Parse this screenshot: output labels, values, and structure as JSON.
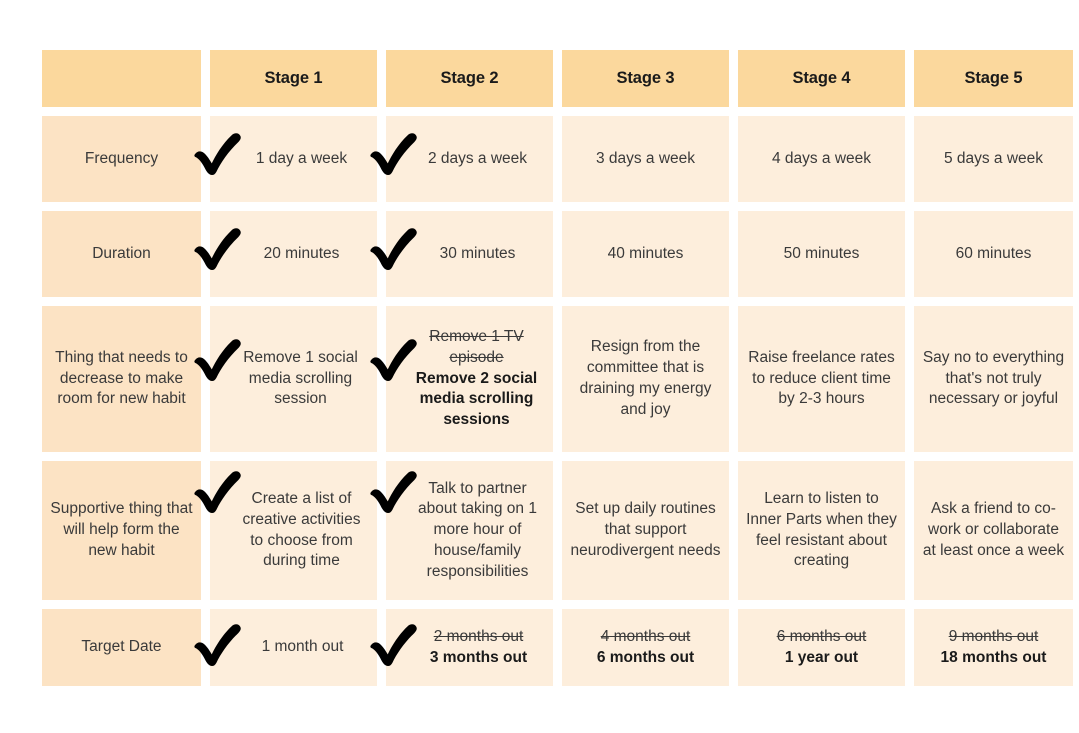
{
  "table": {
    "corner_label": "",
    "columns": [
      "Stage 1",
      "Stage 2",
      "Stage 3",
      "Stage 4",
      "Stage 5"
    ],
    "colors": {
      "header_bg": "#FBD89D",
      "row_label_bg": "#FCE3C4",
      "data_bg": "#FDEEDC",
      "page_bg": "#FFFFFF",
      "text": "#3A3A3A",
      "check_mark": "#000000"
    },
    "check_icon_name": "check-mark-icon",
    "rows": [
      {
        "label": "Frequency",
        "cells": [
          {
            "text": "1 day a week",
            "checked": true,
            "struck": "",
            "replacement": ""
          },
          {
            "text": "2 days a week",
            "checked": true,
            "struck": "",
            "replacement": ""
          },
          {
            "text": "3 days a week",
            "checked": false,
            "struck": "",
            "replacement": ""
          },
          {
            "text": "4 days a week",
            "checked": false,
            "struck": "",
            "replacement": ""
          },
          {
            "text": "5 days a week",
            "checked": false,
            "struck": "",
            "replacement": ""
          }
        ]
      },
      {
        "label": "Duration",
        "cells": [
          {
            "text": "20 minutes",
            "checked": true,
            "struck": "",
            "replacement": ""
          },
          {
            "text": "30 minutes",
            "checked": true,
            "struck": "",
            "replacement": ""
          },
          {
            "text": "40 minutes",
            "checked": false,
            "struck": "",
            "replacement": ""
          },
          {
            "text": "50 minutes",
            "checked": false,
            "struck": "",
            "replacement": ""
          },
          {
            "text": "60 minutes",
            "checked": false,
            "struck": "",
            "replacement": ""
          }
        ]
      },
      {
        "label": "Thing that needs to decrease to make room for new habit",
        "cells": [
          {
            "text": "Remove 1 social media scrolling session",
            "checked": true,
            "struck": "",
            "replacement": ""
          },
          {
            "text": "",
            "checked": true,
            "struck": "Remove 1 TV episode",
            "replacement": "Remove 2 social media scrolling sessions"
          },
          {
            "text": "Resign from the committee that is draining my energy and joy",
            "checked": false,
            "struck": "",
            "replacement": ""
          },
          {
            "text": "Raise freelance rates to reduce client time by 2-3 hours",
            "checked": false,
            "struck": "",
            "replacement": ""
          },
          {
            "text": "Say no to everything that's not truly necessary or joyful",
            "checked": false,
            "struck": "",
            "replacement": ""
          }
        ]
      },
      {
        "label": "Supportive thing that will help form the new habit",
        "cells": [
          {
            "text": "Create a list of creative activities to choose from during time",
            "checked": true,
            "struck": "",
            "replacement": ""
          },
          {
            "text": "Talk to partner about taking on 1 more hour of house/family responsibilities",
            "checked": true,
            "struck": "",
            "replacement": ""
          },
          {
            "text": "Set up daily routines that support neurodivergent needs",
            "checked": false,
            "struck": "",
            "replacement": ""
          },
          {
            "text": "Learn to listen to Inner Parts when they feel resistant about creating",
            "checked": false,
            "struck": "",
            "replacement": ""
          },
          {
            "text": "Ask a friend to co-work or collaborate at least once a week",
            "checked": false,
            "struck": "",
            "replacement": ""
          }
        ]
      },
      {
        "label": "Target Date",
        "cells": [
          {
            "text": "1 month out",
            "checked": true,
            "struck": "",
            "replacement": ""
          },
          {
            "text": "",
            "checked": true,
            "struck": "2 months out",
            "replacement": "3 months out"
          },
          {
            "text": "",
            "checked": false,
            "struck": "4 months out",
            "replacement": "6 months out"
          },
          {
            "text": "",
            "checked": false,
            "struck": "6 months out",
            "replacement": "1 year out"
          },
          {
            "text": "",
            "checked": false,
            "struck": "9 months out",
            "replacement": "18 months out"
          }
        ]
      }
    ]
  }
}
